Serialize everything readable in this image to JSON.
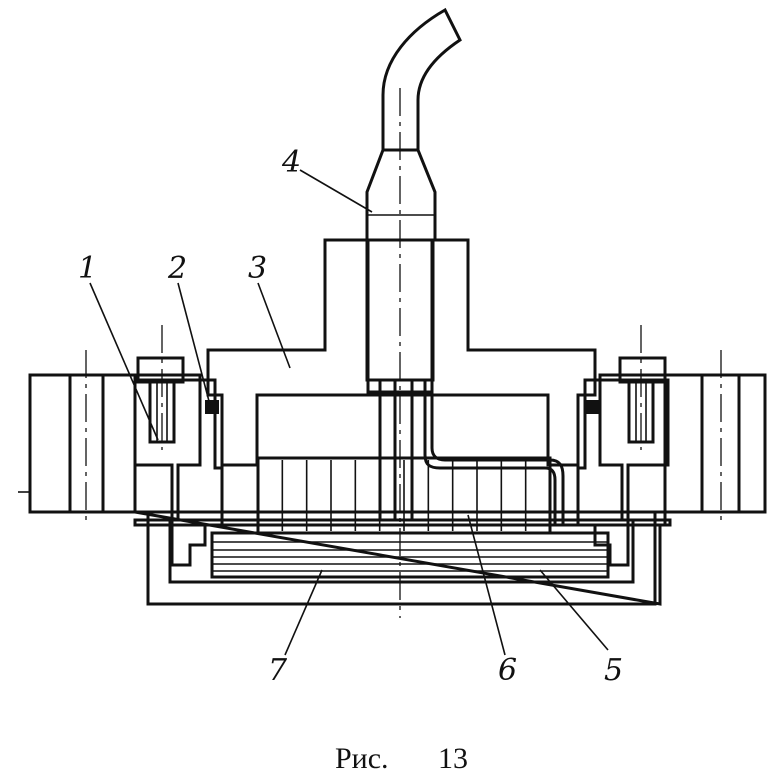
{
  "caption": {
    "prefix": "Рис.",
    "number": "13"
  },
  "callouts": [
    {
      "id": "1",
      "text": "1"
    },
    {
      "id": "2",
      "text": "2"
    },
    {
      "id": "3",
      "text": "3"
    },
    {
      "id": "4",
      "text": "4"
    },
    {
      "id": "5",
      "text": "5"
    },
    {
      "id": "6",
      "text": "6"
    },
    {
      "id": "7",
      "text": "7"
    }
  ],
  "colors": {
    "ink": "#111111",
    "paper": "#ffffff"
  }
}
